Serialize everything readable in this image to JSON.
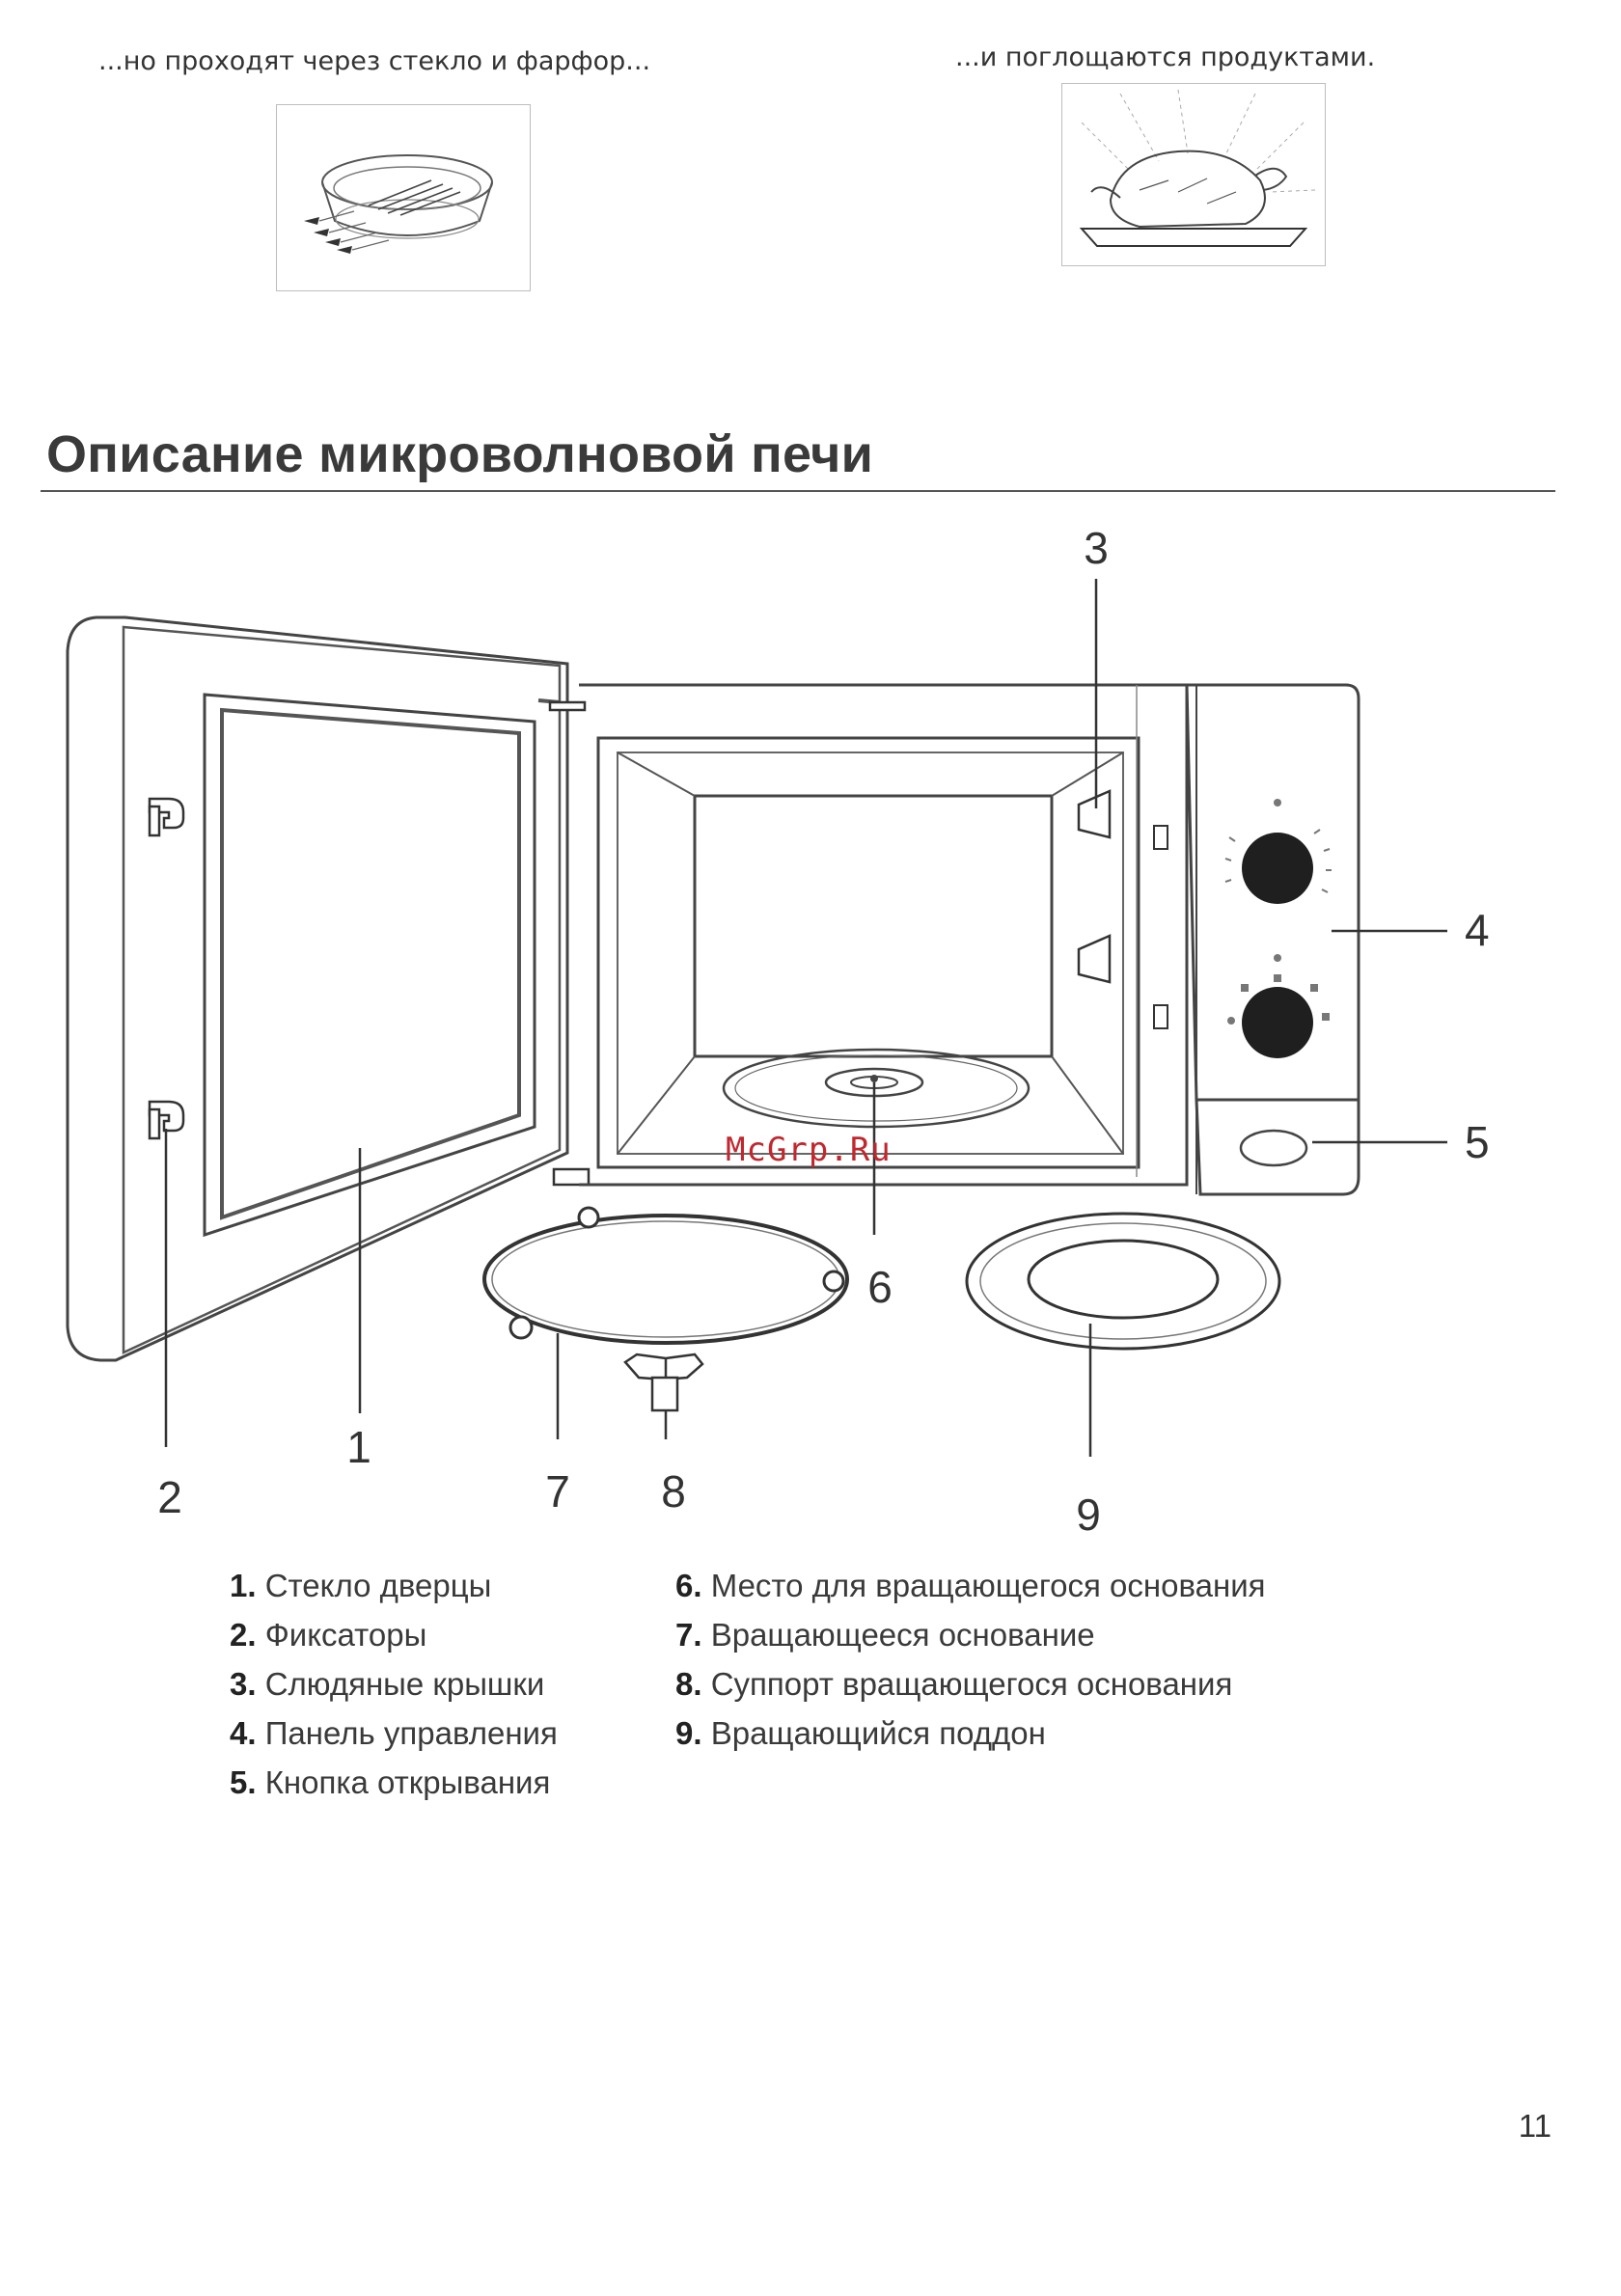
{
  "top_captions": {
    "left": "...но проходят через стекло и фарфор...",
    "right": "...и поглощаются продуктами."
  },
  "section_title": "Описание микроволновой печи",
  "callouts": {
    "c1": "1",
    "c2": "2",
    "c3": "3",
    "c4": "4",
    "c5": "5",
    "c6": "6",
    "c7": "7",
    "c8": "8",
    "c9": "9"
  },
  "legend": {
    "left": [
      {
        "num": "1.",
        "text": "Стекло дверцы"
      },
      {
        "num": "2.",
        "text": "Фиксаторы"
      },
      {
        "num": "3.",
        "text": "Слюдяные крышки"
      },
      {
        "num": "4.",
        "text": "Панель управления"
      },
      {
        "num": "5.",
        "text": "Кнопка открывания"
      }
    ],
    "right": [
      {
        "num": "6.",
        "text": "Место для вращающегося основания"
      },
      {
        "num": "7.",
        "text": "Вращающееся основание"
      },
      {
        "num": "8.",
        "text": "Суппорт вращающегося основания"
      },
      {
        "num": "9.",
        "text": "Вращающийся поддон"
      }
    ]
  },
  "watermark": "McGrp.Ru",
  "page_number": "11"
}
